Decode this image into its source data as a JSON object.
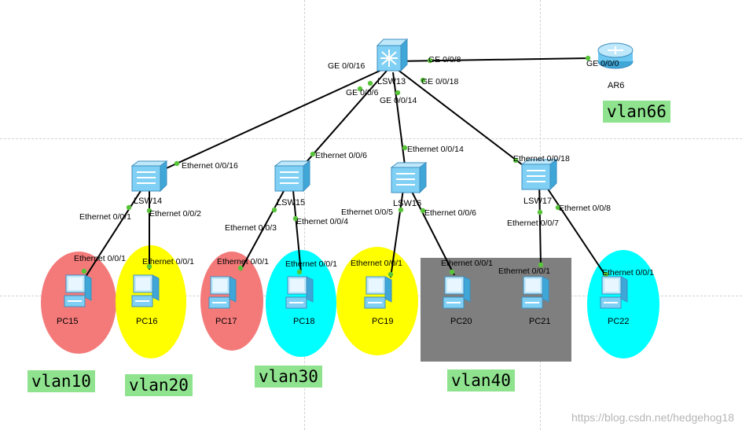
{
  "devices": {
    "lsw13": "LSW13",
    "ar6": "AR6",
    "lsw14": "LSW14",
    "lsw15": "LSW15",
    "lsw16": "LSW16",
    "lsw17": "LSW17",
    "pc15": "PC15",
    "pc16": "PC16",
    "pc17": "PC17",
    "pc18": "PC18",
    "pc19": "PC19",
    "pc20": "PC20",
    "pc21": "PC21",
    "pc22": "PC22"
  },
  "ports": {
    "lsw13_ge016": "GE 0/0/16",
    "lsw13_ge08": "GE 0/0/8",
    "lsw13_ge06": "GE 0/0/6",
    "lsw13_ge018": "GE 0/0/18",
    "lsw13_ge014": "GE 0/0/14",
    "ar6_ge00": "GE 0/0/0",
    "lsw14_eth016": "Ethernet 0/0/16",
    "lsw15_eth06": "Ethernet 0/0/6",
    "lsw16_eth014": "Ethernet 0/0/14",
    "lsw17_eth018": "Ethernet 0/0/18",
    "lsw14_eth01": "Ethernet 0/0/1",
    "lsw14_eth02": "Ethernet 0/0/2",
    "lsw15_eth03": "Ethernet 0/0/3",
    "lsw15_eth04": "Ethernet 0/0/4",
    "lsw16_eth05": "Ethernet 0/0/5",
    "lsw16_eth06": "Ethernet 0/0/6",
    "lsw17_eth08": "Ethernet 0/0/8",
    "lsw17_eth07": "Ethernet 0/0/7",
    "pc15_eth": "Ethernet 0/0/1",
    "pc16_eth": "Ethernet 0/0/1",
    "pc17_eth": "Ethernet 0/0/1",
    "pc18_eth": "Ethernet 0/0/1",
    "pc19_eth": "Ethernet 0/0/1",
    "pc20_eth": "Ethernet 0/0/1",
    "pc21_eth": "Ethernet 0/0/1",
    "pc22_eth": "Ethernet 0/0/1"
  },
  "vlans": {
    "vlan66": "vlan66",
    "vlan10": "vlan10",
    "vlan20": "vlan20",
    "vlan30": "vlan30",
    "vlan40": "vlan40"
  },
  "colors": {
    "red": "#f47a7a",
    "yellow": "#ffff00",
    "cyan": "#00ffff",
    "grey": "#7f7f7f",
    "vlan_bg": "#8fe38f",
    "link": "#000000",
    "port_dot": "#58c43a",
    "device_blue": "#6cc8f0"
  },
  "watermark": "https://blog.csdn.net/hedgehog18"
}
